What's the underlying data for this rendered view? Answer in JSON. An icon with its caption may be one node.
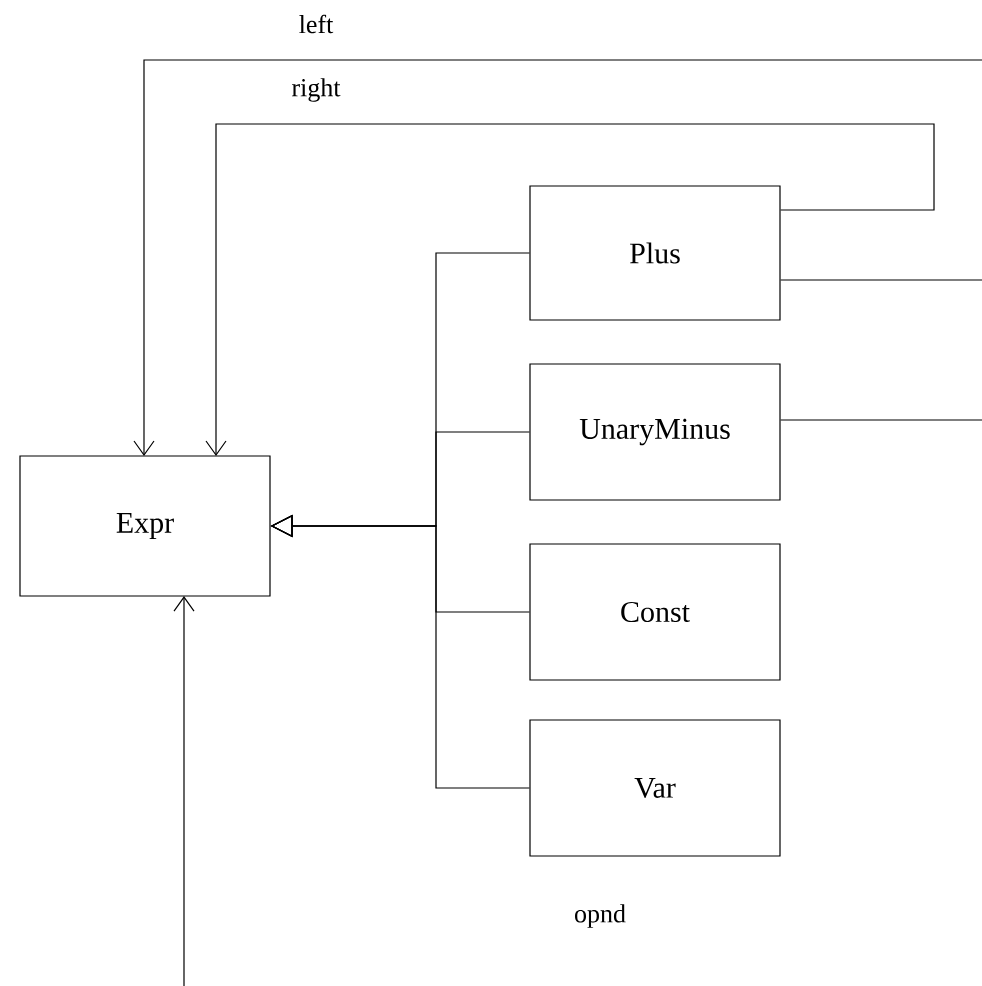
{
  "diagram": {
    "nodes": [
      {
        "text": [
          "Expr"
        ]
      },
      {
        "text": [
          "Plus"
        ]
      },
      {
        "text": [
          "UnaryMinus"
        ]
      },
      {
        "text": [
          "Const"
        ]
      },
      {
        "text": [
          "Var"
        ]
      }
    ],
    "edges": [
      {
        "from": 1,
        "to": 0,
        "arrow": "to"
      },
      {
        "from": 2,
        "to": 0,
        "arrow": "to"
      },
      {
        "from": 3,
        "to": 0,
        "arrow": "to"
      },
      {
        "from": 4,
        "to": 0,
        "arrow": "to"
      },
      {
        "from": 1,
        "to": 0,
        "arrow": "to",
        "label": "left"
      },
      {
        "from": 1,
        "to": 0,
        "arrow": "to",
        "label": "right"
      },
      {
        "from": 2,
        "to": 0,
        "arrow": "to",
        "label": "opnd"
      }
    ]
  }
}
